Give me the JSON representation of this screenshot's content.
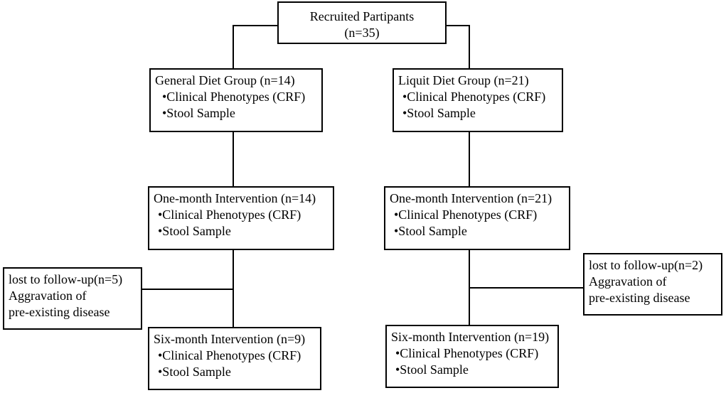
{
  "flowchart": {
    "recruited": {
      "title": "Recruited Partipants",
      "count": "(n=35)"
    },
    "general_diet": {
      "title": "General Diet Group (n=14)",
      "items": [
        "•Clinical Phenotypes (CRF)",
        "•Stool Sample"
      ]
    },
    "liquid_diet": {
      "title": "Liquit Diet Group (n=21)",
      "items": [
        "•Clinical Phenotypes (CRF)",
        "•Stool Sample"
      ]
    },
    "general_one_month": {
      "title": "One-month Intervention (n=14)",
      "items": [
        "•Clinical Phenotypes (CRF)",
        "•Stool Sample"
      ]
    },
    "liquid_one_month": {
      "title": "One-month Intervention (n=21)",
      "items": [
        "•Clinical Phenotypes (CRF)",
        "•Stool Sample"
      ]
    },
    "general_lost": {
      "title": "lost to follow-up(n=5)",
      "reason_1": "Aggravation of",
      "reason_2": "pre-existing disease"
    },
    "liquid_lost": {
      "title": "lost to follow-up(n=2)",
      "reason_1": "Aggravation of",
      "reason_2": "pre-existing disease"
    },
    "general_six_month": {
      "title": "Six-month Intervention (n=9)",
      "items": [
        "•Clinical Phenotypes (CRF)",
        "•Stool Sample"
      ]
    },
    "liquid_six_month": {
      "title": "Six-month Intervention (n=19)",
      "items": [
        "•Clinical Phenotypes (CRF)",
        "•Stool Sample"
      ]
    }
  }
}
